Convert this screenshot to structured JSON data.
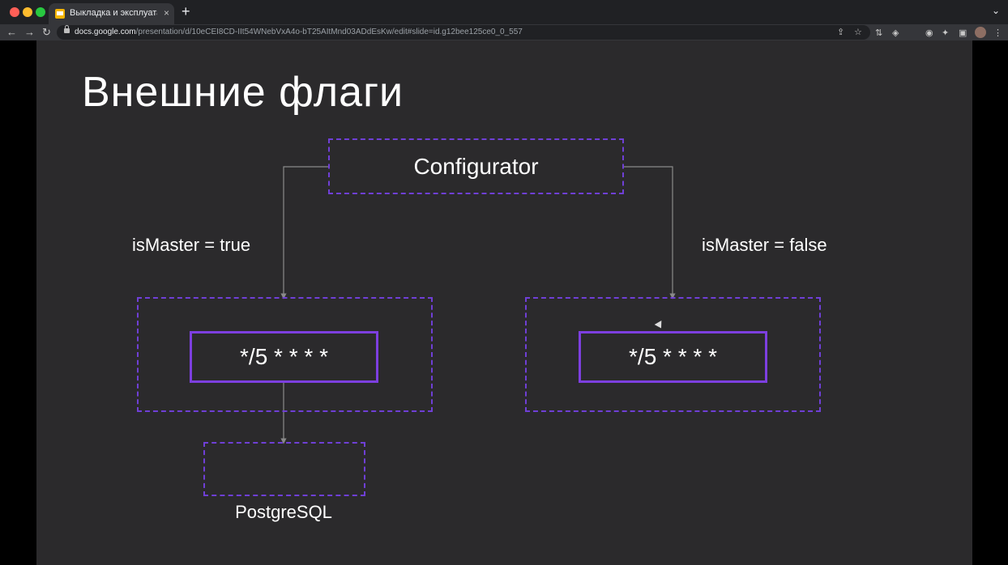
{
  "browser": {
    "tab_title": "Выкладка и эксплуатация - G",
    "tab_close": "×",
    "new_tab": "+",
    "tabs_menu": "⌄",
    "url_host": "docs.google.com",
    "url_path": "/presentation/d/10eCEI8CD-IIt54WNebVxA4o-bT25AItMnd03ADdEsKw/edit#slide=id.g12bee125ce0_0_557",
    "icons": [
      "back-icon",
      "forward-icon",
      "reload-icon",
      "lock-icon",
      "share-icon",
      "star-icon",
      "extension-icon",
      "puzzle-icon",
      "sidebar-icon",
      "avatar",
      "menu-icon"
    ]
  },
  "slide": {
    "title": "Внешние флаги",
    "configurator": "Configurator",
    "left_condition": "isMaster = true",
    "right_condition": "isMaster = false",
    "left_cron": "*/5 * * * *",
    "right_cron": "*/5 * * * *",
    "db_label": "PostgreSQL",
    "colors": {
      "background": "#2b2a2c",
      "accent": "#7d3fe0",
      "line": "#8a8a8a",
      "text": "#ffffff"
    }
  }
}
